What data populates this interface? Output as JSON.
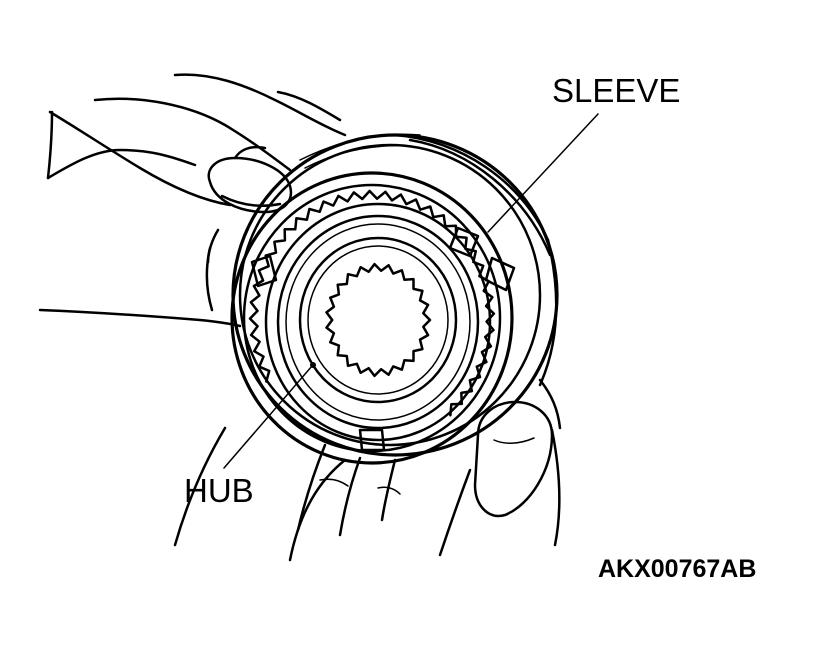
{
  "labels": {
    "sleeve": "SLEEVE",
    "hub": "HUB",
    "reference_code": "AKX00767AB"
  },
  "colors": {
    "ink": "#000000",
    "background": "#ffffff"
  }
}
